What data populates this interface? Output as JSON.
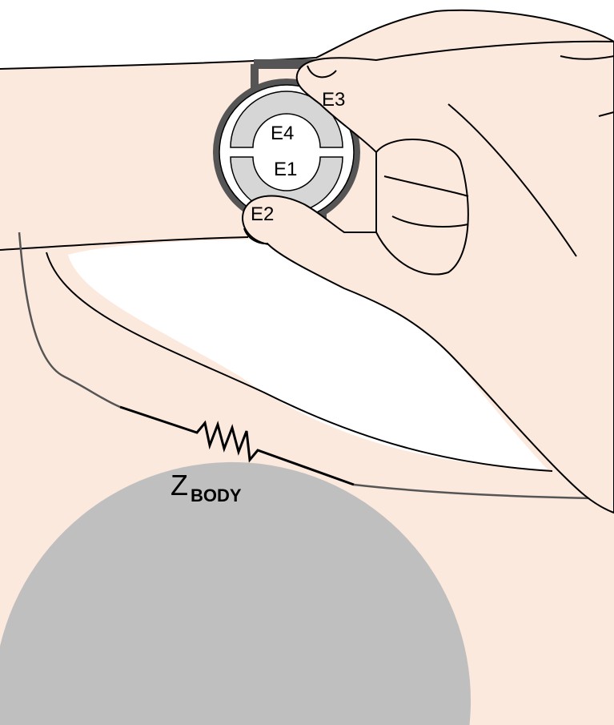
{
  "labels": {
    "e1": "E1",
    "e2": "E2",
    "e3": "E3",
    "e4": "E4",
    "z": "Z",
    "z_sub": "BODY"
  },
  "colors": {
    "skin": "#fce9dd",
    "watch_case": "#555555",
    "electrode": "#d6d6d6",
    "body_circle": "#bfbfbf"
  }
}
